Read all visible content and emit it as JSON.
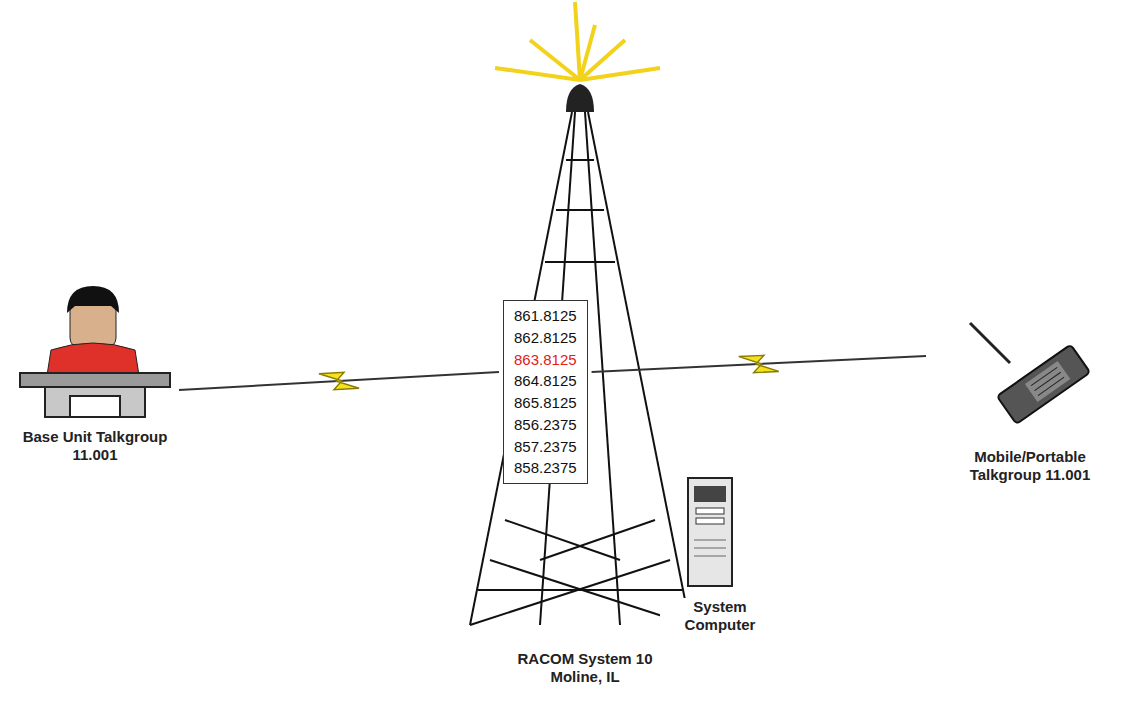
{
  "diagram": {
    "nodes": [
      {
        "text": [
          "Base Unit Talkgroup 11.001"
        ]
      },
      {
        "text": [
          "861.8125",
          "862.8125",
          "863.8125",
          "864.8125",
          "865.8125",
          "856.2375",
          "857.2375",
          "858.2375"
        ]
      },
      {
        "text": [
          "Mobile/Portable Talkgroup 11.001"
        ]
      }
    ],
    "edges": [
      {
        "from": 0,
        "to": 1,
        "arrow": "none"
      },
      {
        "from": 1,
        "to": 2,
        "arrow": "none"
      }
    ],
    "labels": [
      "System Computer",
      "RACOM System 10 Moline, IL"
    ]
  }
}
